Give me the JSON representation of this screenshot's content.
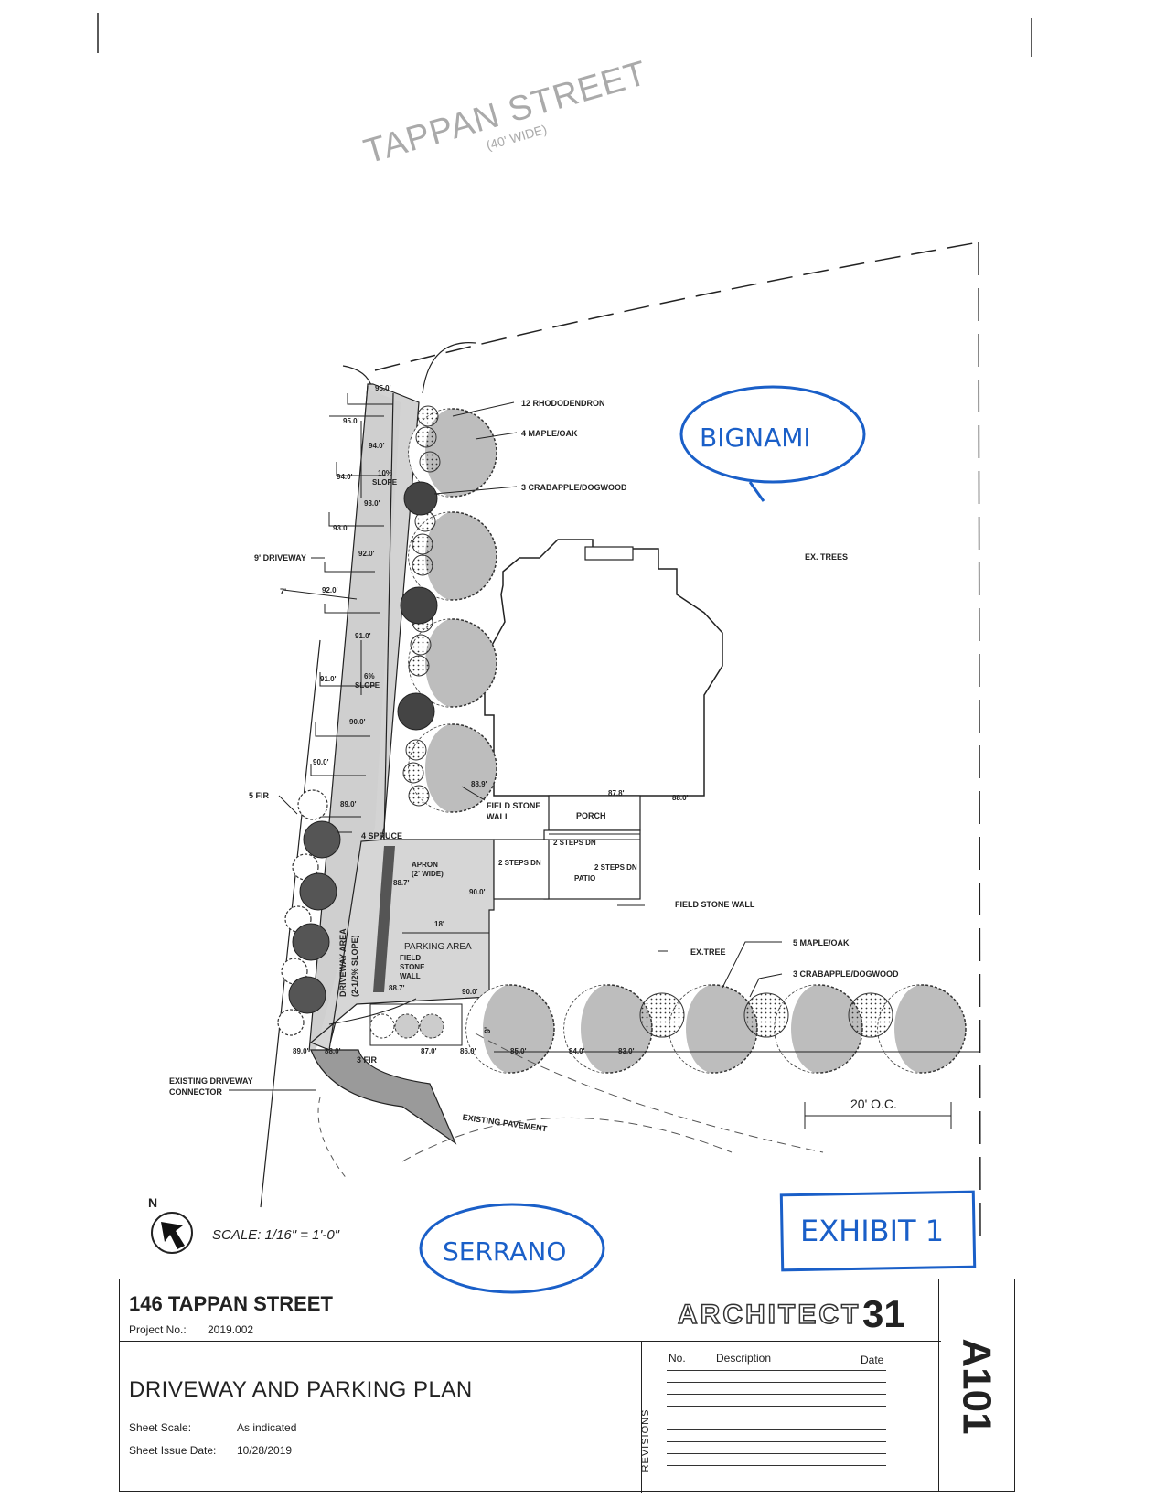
{
  "street": {
    "name": "TAPPAN STREET",
    "width_note": "(40' WIDE)"
  },
  "plant_labels": {
    "rhododendron": "12 RHODODENDRON",
    "maple_oak_north": "4 MAPLE/OAK",
    "crabapple_north": "3 CRABAPPLE/DOGWOOD",
    "maple_oak_south": "5 MAPLE/OAK",
    "crabapple_south": "3 CRABAPPLE/DOGWOOD",
    "fir_5": "5 FIR",
    "spruce_4": "4 SPRUCE",
    "fir_3": "3 FIR",
    "ex_trees": "EX. TREES",
    "ex_tree": "EX.TREE"
  },
  "site_labels": {
    "driveway_width": "9' DRIVEWAY",
    "dim_7": "7'",
    "slope_10": "10%",
    "slope_10b": "SLOPE",
    "slope_6": "6%",
    "slope_6b": "SLOPE",
    "field_stone_wall_a": "FIELD STONE",
    "field_stone_wall_b": "WALL",
    "porch": "PORCH",
    "steps_a": "2 STEPS DN",
    "steps_b": "2 STEPS DN",
    "steps_c": "2 STEPS DN",
    "patio": "PATIO",
    "field_stone_wall_east": "FIELD STONE WALL",
    "apron_a": "APRON",
    "apron_b": "(2' WIDE)",
    "dim_18": "18'",
    "parking_area": "PARKING AREA",
    "fsw_small_a": "FIELD",
    "fsw_small_b": "STONE",
    "fsw_small_c": "WALL",
    "driveway_area_a": "DRIVEWAY AREA",
    "driveway_area_b": "(2-1/2% SLOPE)",
    "dim_9": "9'",
    "existing_connector_a": "EXISTING DRIVEWAY",
    "existing_connector_b": "CONNECTOR",
    "existing_pavement": "EXISTING PAVEMENT",
    "spacing": "20' O.C."
  },
  "elevations": {
    "e950a": "95.0'",
    "e950b": "95.0'",
    "e940a": "94.0'",
    "e940b": "94.0'",
    "e930a": "93.0'",
    "e930b": "93.0'",
    "e920a": "92.0'",
    "e920b": "92.0'",
    "e910a": "91.0'",
    "e910b": "91.0'",
    "e900a": "90.0'",
    "e900b": "90.0'",
    "e900c": "90.0'",
    "e900d": "90.0'",
    "e890a": "89.0'",
    "e890b": "89.0'",
    "e889": "88.9'",
    "e878": "87.8'",
    "e880a": "88.0'",
    "e880b": "88.0'",
    "e887a": "88.7'",
    "e887b": "88.7'",
    "e870": "87.0'",
    "e860": "86.0'",
    "e850": "85.0'",
    "e840": "84.0'",
    "e830": "83.0'"
  },
  "handwritten": {
    "bignami": "BIGNAMI",
    "serrano": "SERRANO",
    "exhibit": "EXHIBIT 1"
  },
  "north": {
    "label": "N"
  },
  "scale_note": "SCALE: 1/16\" = 1'-0\"",
  "title_block": {
    "project_name": "146 TAPPAN STREET",
    "project_no_label": "Project No.:",
    "project_no": "2019.002",
    "firm_a": "ARCHITECT",
    "firm_b": "31",
    "sheet_title": "DRIVEWAY AND PARKING PLAN",
    "sheet_scale_label": "Sheet Scale:",
    "sheet_scale": "As indicated",
    "issue_date_label": "Sheet Issue Date:",
    "issue_date": "10/28/2019",
    "rev_no": "No.",
    "rev_description": "Description",
    "rev_date": "Date",
    "revisions": "REVISIONS",
    "sheet_number": "A101"
  }
}
